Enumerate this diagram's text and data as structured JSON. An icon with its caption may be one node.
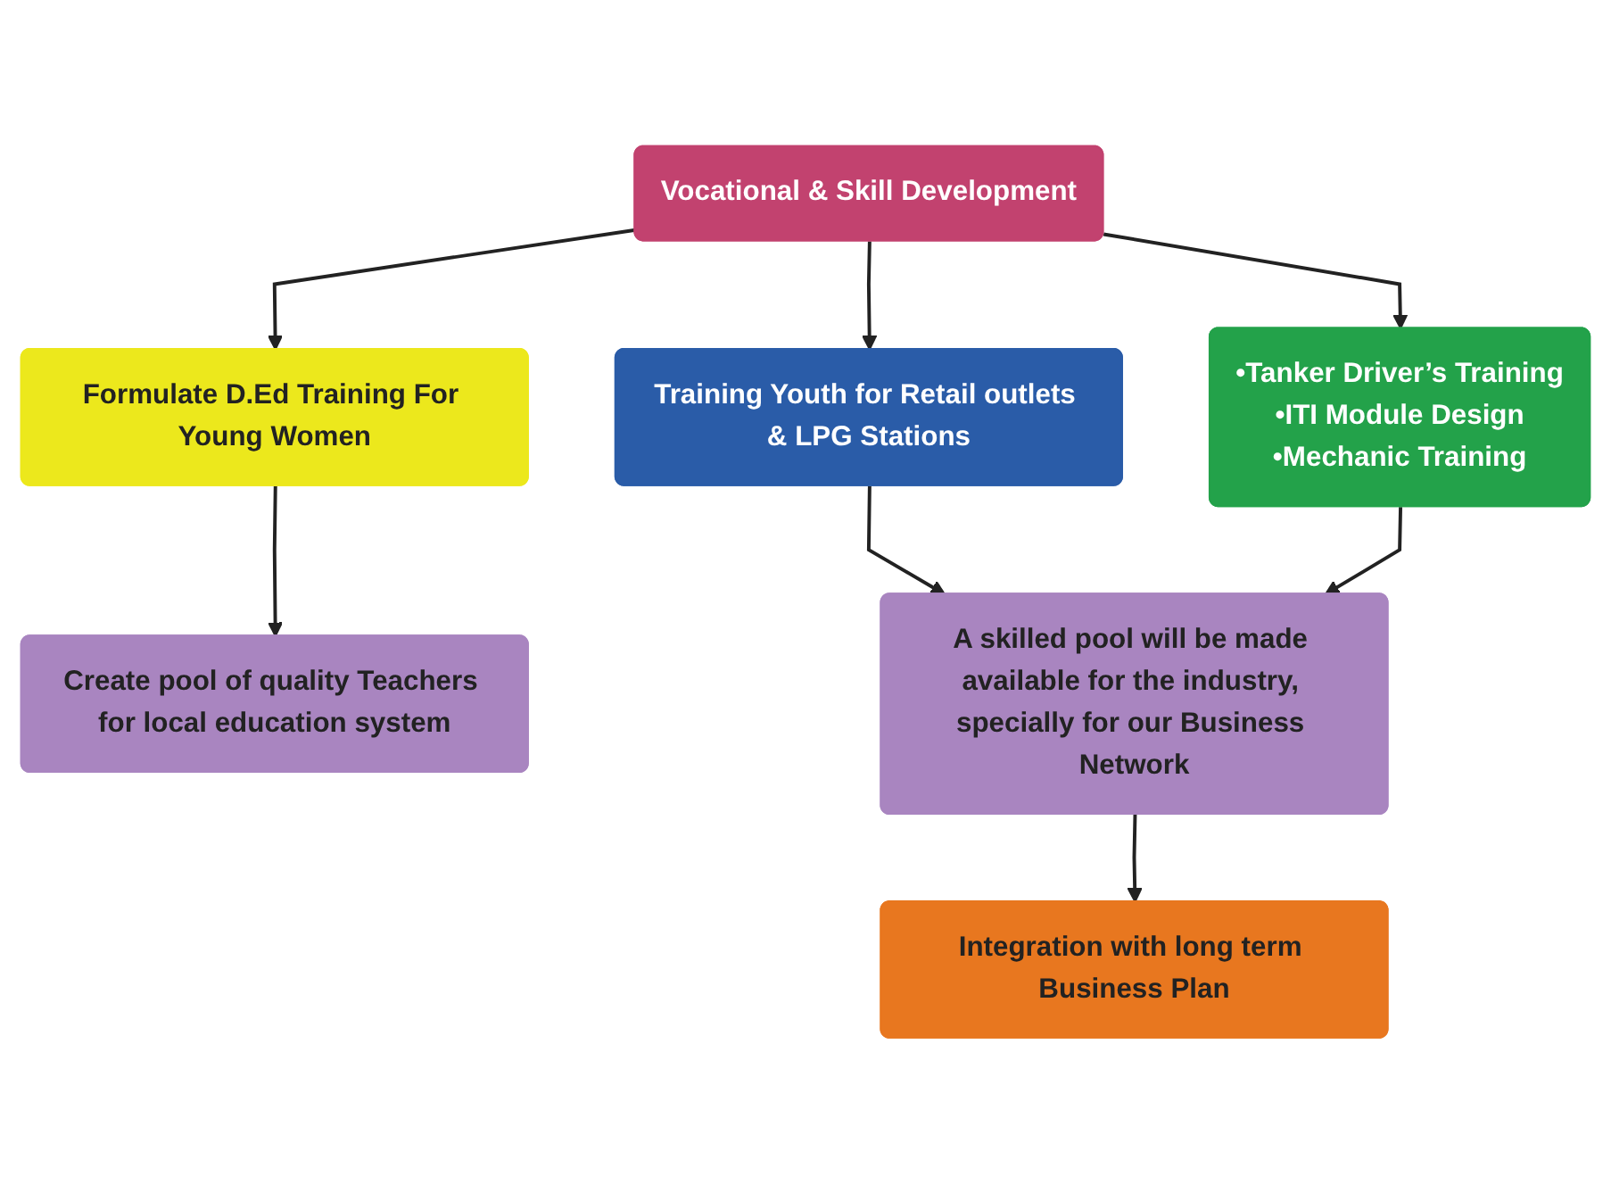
{
  "diagram": {
    "nodes": [
      {
        "text": [
          "Vocational & Skill Development"
        ]
      },
      {
        "text": [
          "Formulate D.Ed Training For Young Women"
        ]
      },
      {
        "text": [
          "Training Youth for Retail outlets & LPG Stations"
        ]
      },
      {
        "text": [
          "•Tanker Driver’s Training",
          "•ITI Module Design",
          "•Mechanic Training"
        ]
      },
      {
        "text": [
          "Create pool of quality Teachers for local education system"
        ]
      },
      {
        "text": [
          "A skilled pool will be made available for the industry, specially for our Business Network"
        ]
      },
      {
        "text": [
          "Integration with long term Business Plan"
        ]
      }
    ],
    "edges": [
      {
        "from": 0,
        "to": 1,
        "arrow": "to"
      },
      {
        "from": 0,
        "to": 2,
        "arrow": "to"
      },
      {
        "from": 0,
        "to": 3,
        "arrow": "to"
      },
      {
        "from": 1,
        "to": 4,
        "arrow": "to"
      },
      {
        "from": 2,
        "to": 5,
        "arrow": "to"
      },
      {
        "from": 3,
        "to": 5,
        "arrow": "to"
      },
      {
        "from": 5,
        "to": 6,
        "arrow": "to"
      }
    ]
  }
}
